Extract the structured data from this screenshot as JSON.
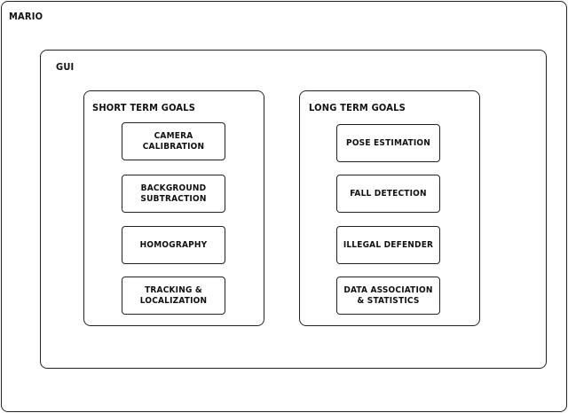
{
  "outer": {
    "title": "MARIO"
  },
  "gui": {
    "title": "GUI"
  },
  "short_term": {
    "title": "SHORT TERM GOALS",
    "items": [
      "CAMERA CALIBRATION",
      "BACKGROUND\nSUBTRACTION",
      "HOMOGRAPHY",
      "TRACKING &\nLOCALIZATION"
    ]
  },
  "long_term": {
    "title": "LONG TERM GOALS",
    "items": [
      "POSE ESTIMATION",
      "FALL DETECTION",
      "ILLEGAL DEFENDER",
      "DATA ASSOCIATION\n& STATISTICS"
    ]
  }
}
